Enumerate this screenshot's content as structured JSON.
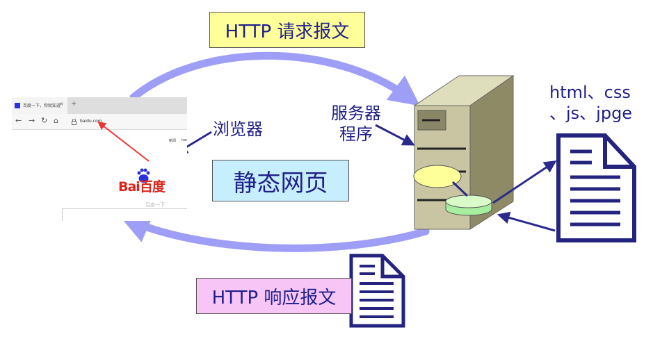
{
  "labels": {
    "request": "HTTP 请求报文",
    "static_page": "静态网页",
    "response": "HTTP 响应报文",
    "browser": "浏览器",
    "server_line1": "服务器",
    "server_line2": "程序",
    "files_line1": "html、css",
    "files_line2": "、js、jpge"
  },
  "browser_window": {
    "tab_title": "百度一下，你就知道",
    "tab_close": "×",
    "new_tab": "+",
    "back": "←",
    "forward": "→",
    "reload": "↻",
    "home": "⌂",
    "url": "baidu.com",
    "link_news": "新闻",
    "link_hao": "hao",
    "logo_text": "Bai百度",
    "logo_sub": "百度一下"
  },
  "colors": {
    "text": "#1f1f8a",
    "arrow_light": "#9e9ef7",
    "arrow_dark": "#2a2a8a",
    "request_bg": "#ffff99",
    "static_bg": "#c7eefc",
    "response_bg": "#f7c6f7",
    "server_body": "#c9c5a3",
    "server_side": "#8e8a66",
    "db_top": "#d8fbc8",
    "db_side": "#a8eea0",
    "disk": "#ffff99",
    "logo_red": "#d9251c",
    "logo_blue": "#2932e1"
  },
  "icons": [
    "document-icon",
    "server-icon",
    "database-icon",
    "disk-icon",
    "baidu-paw-icon"
  ]
}
